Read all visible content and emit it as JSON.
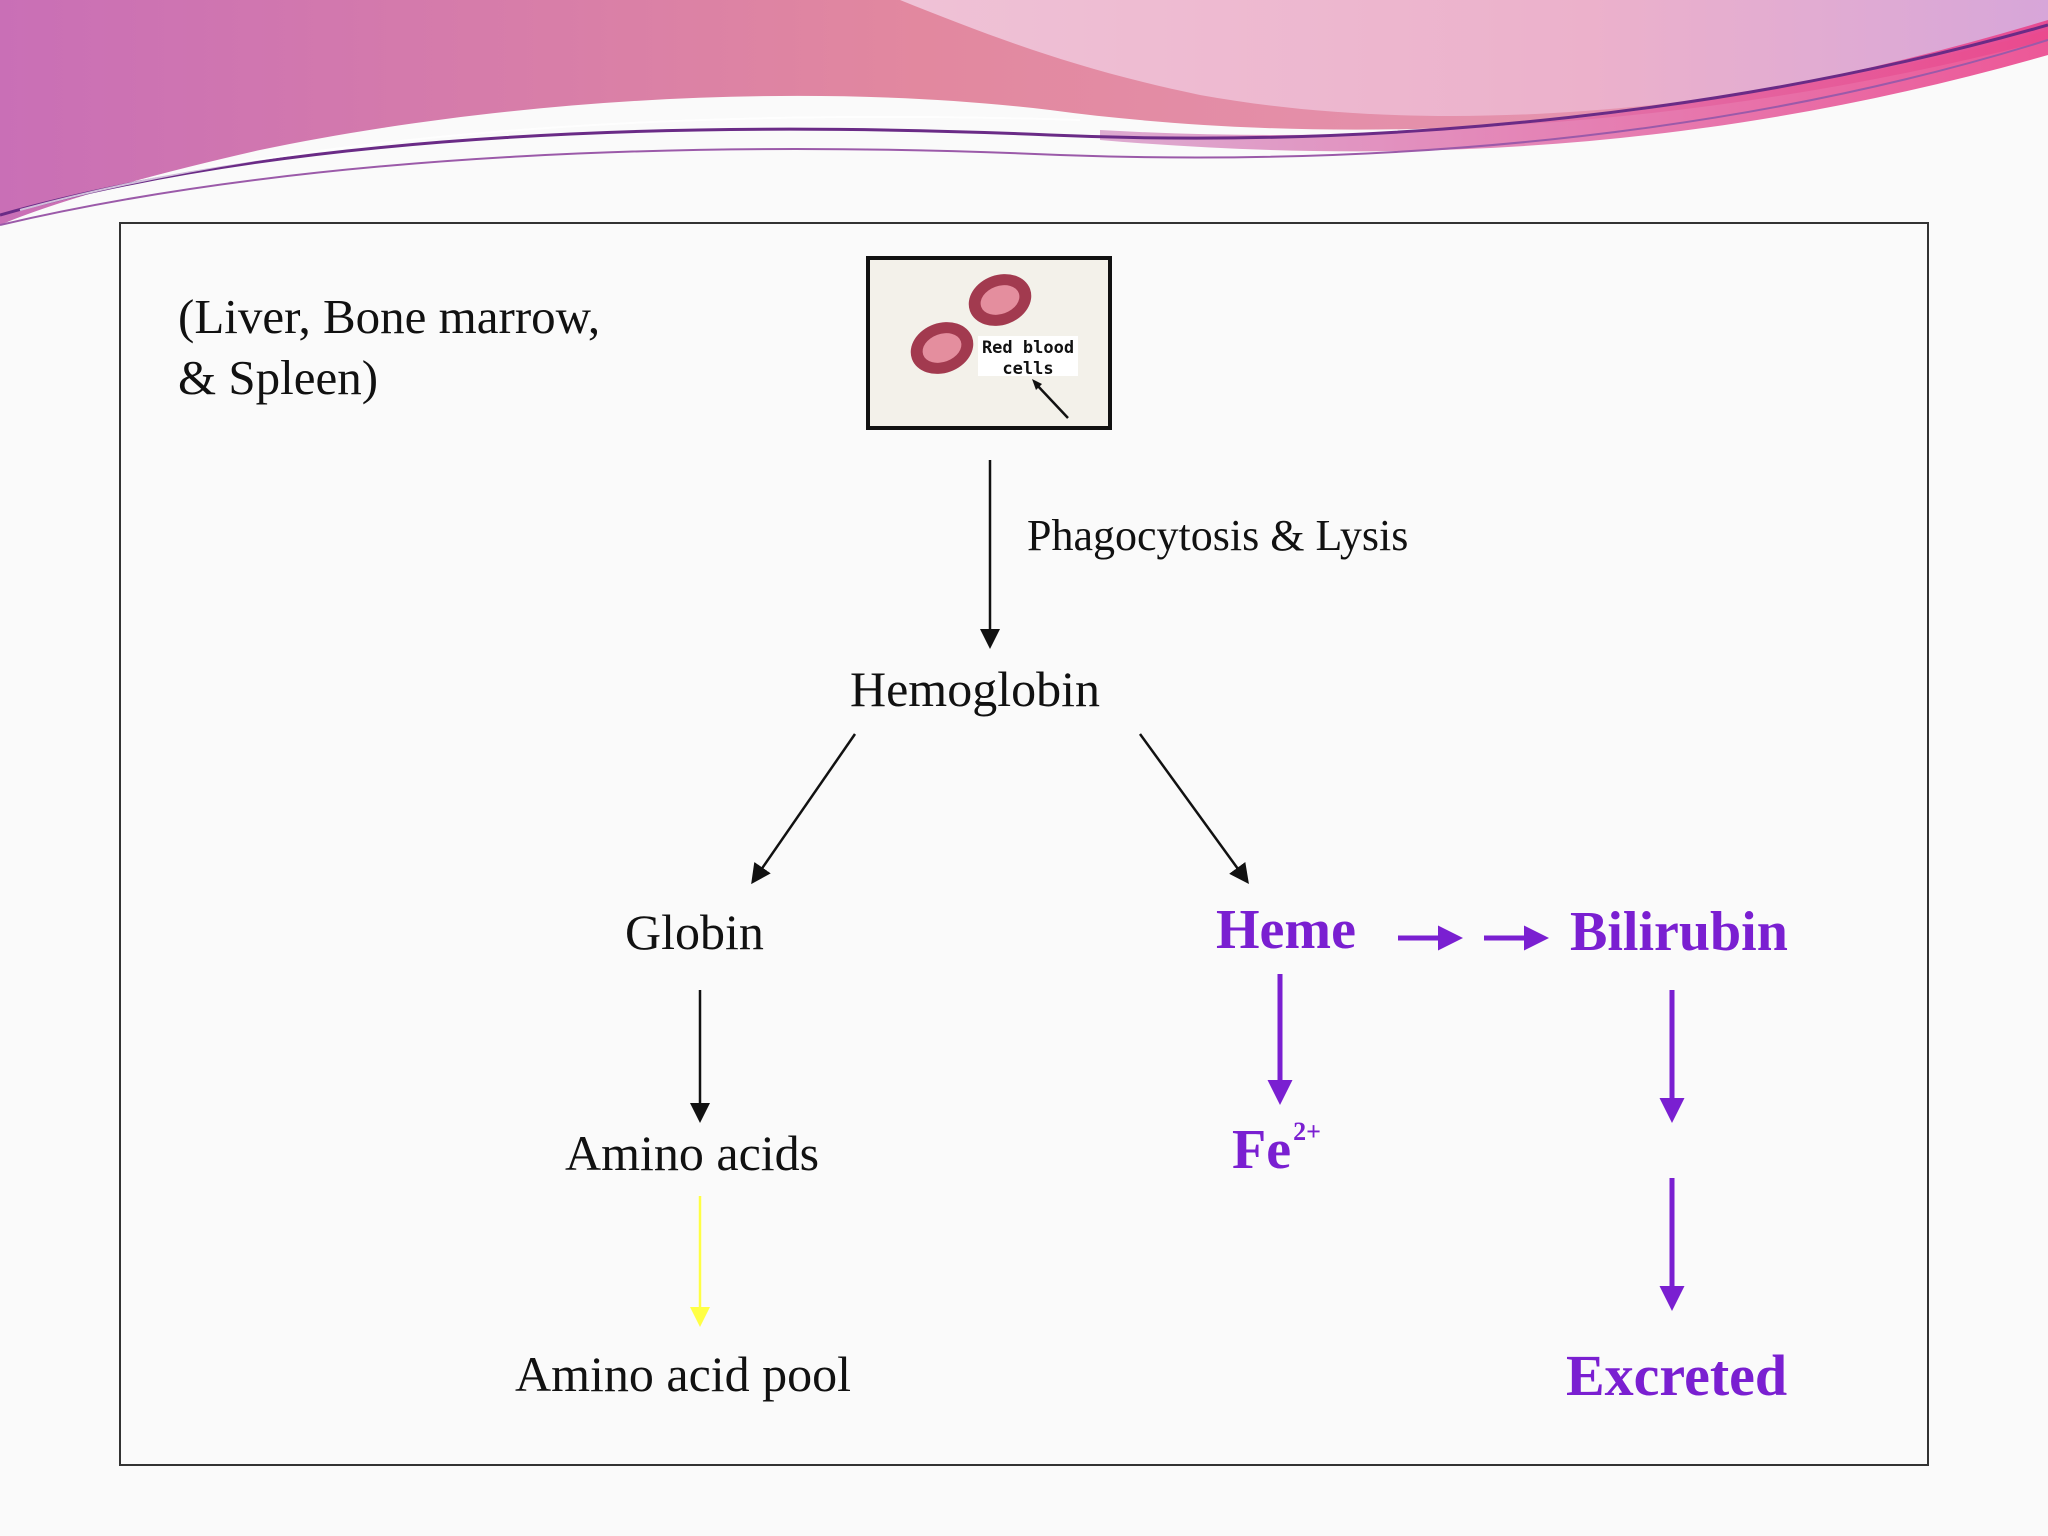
{
  "location": {
    "line1": "(Liver, Bone marrow,",
    "line2": "& Spleen)"
  },
  "image": {
    "label_line1": "Red blood",
    "label_line2": "cells"
  },
  "step_label": "Phagocytosis & Lysis",
  "nodes": {
    "hemoglobin": "Hemoglobin",
    "globin": "Globin",
    "amino_acids": "Amino acids",
    "amino_acid_pool": "Amino acid pool",
    "heme": "Heme",
    "bilirubin": "Bilirubin",
    "fe": "Fe",
    "fe_charge": "2+",
    "excreted": "Excreted"
  },
  "colors": {
    "heme_pathway": "#7a1fd1",
    "arrow_black": "#111111",
    "arrow_yellow": "#ffff44",
    "rbc_outer": "#a23a4f",
    "rbc_inner": "#e48e9e"
  }
}
